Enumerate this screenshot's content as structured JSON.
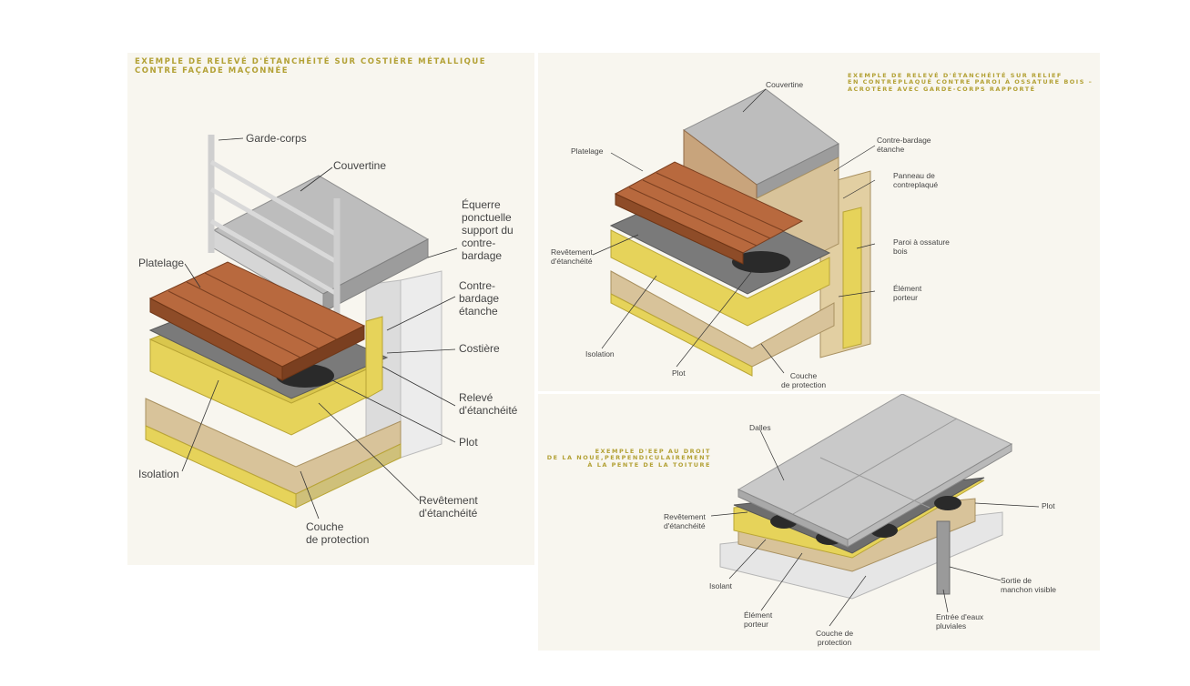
{
  "panel_a": {
    "caption_line1": "EXEMPLE DE RELEVÉ D'ÉTANCHÉITÉ SUR COSTIÈRE MÉTALLIQUE",
    "caption_line2": "CONTRE FAÇADE MAÇONNÉE",
    "labels": {
      "garde_corps": "Garde-corps",
      "couvertine": "Couvertine",
      "equerre_1": "Équerre",
      "equerre_2": "ponctuelle",
      "equerre_3": "support du",
      "equerre_4": "contre-",
      "equerre_5": "bardage",
      "platelage": "Platelage",
      "contre_bardage_1": "Contre-",
      "contre_bardage_2": "bardage",
      "contre_bardage_3": "étanche",
      "costiere": "Costière",
      "releve_1": "Relevé",
      "releve_2": "d'étanchéité",
      "plot": "Plot",
      "isolation": "Isolation",
      "revetement_1": "Revêtement",
      "revetement_2": "d'étanchéité",
      "couche_1": "Couche",
      "couche_2": "de protection"
    }
  },
  "panel_b": {
    "caption_line1": "EXEMPLE DE RELEVÉ D'ÉTANCHÉITÉ SUR RELIEF",
    "caption_line2": "EN CONTREPLAQUÉ CONTRE PAROI À OSSATURE BOIS –",
    "caption_line3": "ACROTÈRE AVEC GARDE-CORPS RAPPORTÉ",
    "labels": {
      "couvertine": "Couvertine",
      "platelage": "Platelage",
      "contre_bardage_1": "Contre-bardage",
      "contre_bardage_2": "étanche",
      "panneau_1": "Panneau de",
      "panneau_2": "contreplaqué",
      "paroi_1": "Paroi à ossature",
      "paroi_2": "bois",
      "element_1": "Élément",
      "element_2": "porteur",
      "revetement_1": "Revêtement",
      "revetement_2": "d'étanchéité",
      "isolation": "Isolation",
      "plot": "Plot",
      "couche_1": "Couche",
      "couche_2": "de protection"
    }
  },
  "panel_c": {
    "caption_line1": "EXEMPLE D'EEP AU DROIT",
    "caption_line2": "DE LA NOUE,PERPENDICULAIREMENT",
    "caption_line3": "À LA PENTE DE LA TOITURE",
    "labels": {
      "dalles": "Dalles",
      "plot": "Plot",
      "revetement_1": "Revêtement",
      "revetement_2": "d'étanchéité",
      "isolant": "Isolant",
      "sortie_1": "Sortie de",
      "sortie_2": "manchon visible",
      "element_1": "Élément",
      "element_2": "porteur",
      "couche_1": "Couche de",
      "couche_2": "protection",
      "entree_1": "Entrée d'eaux",
      "entree_2": "pluviales"
    }
  },
  "colors": {
    "caption": "#b3a135",
    "panel_bg": "#f8f6ef",
    "wood_deck": "#a8603a",
    "insulation": "#e6d35a",
    "membrane": "#7a7a7a",
    "metal": "#c9c9c9",
    "osb": "#d8c39a"
  }
}
